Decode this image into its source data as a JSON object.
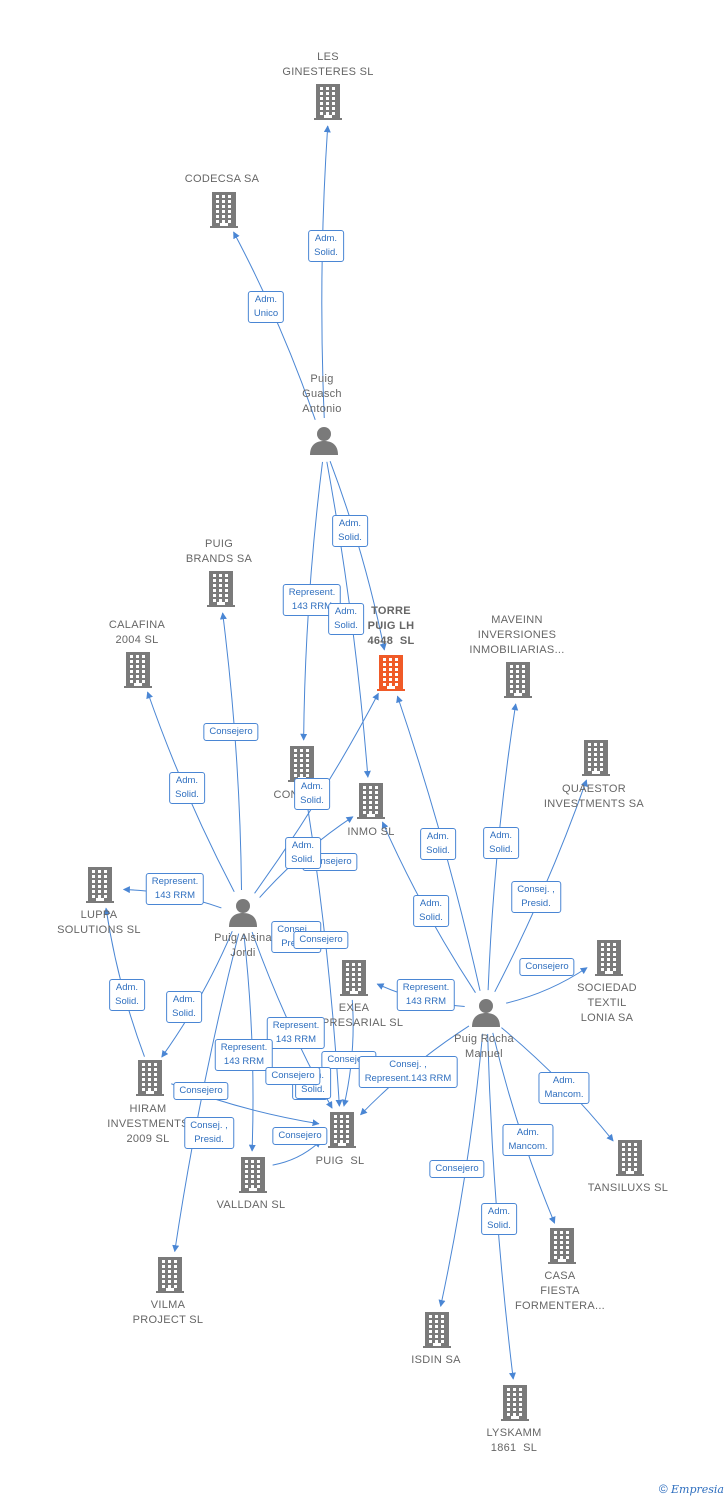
{
  "nodes": [
    {
      "id": "les_ginesteres",
      "label": "LES\nGINESTERES SL",
      "type": "company"
    },
    {
      "id": "codecsa",
      "label": "CODECSA SA",
      "type": "company"
    },
    {
      "id": "puig_guasch",
      "label": "Puig\nGuasch\nAntonio",
      "type": "person"
    },
    {
      "id": "puig_brands",
      "label": "PUIG\nBRANDS SA",
      "type": "company"
    },
    {
      "id": "calafina",
      "label": "CALAFINA\n2004 SL",
      "type": "company"
    },
    {
      "id": "torre_puig",
      "label": "TORRE\nPUIG LH\n4648  SL",
      "type": "company",
      "main": true
    },
    {
      "id": "maveinn",
      "label": "MAVEINN\nINVERSIONES\nINMOBILIARIAS...",
      "type": "company"
    },
    {
      "id": "quaestor",
      "label": "QUAESTOR\nINVESTMENTS SA",
      "type": "company"
    },
    {
      "id": "cons_sl",
      "label": "CONS...SL",
      "type": "company"
    },
    {
      "id": "inmo_sl",
      "label": "INMO SL",
      "type": "company"
    },
    {
      "id": "luppa",
      "label": "LUPPA\nSOLUTIONS SL",
      "type": "company"
    },
    {
      "id": "puig_alsina",
      "label": "Puig Alsina\nJordi",
      "type": "person"
    },
    {
      "id": "sociedad_textil",
      "label": "SOCIEDAD\nTEXTIL\nLONIA SA",
      "type": "company"
    },
    {
      "id": "exea",
      "label": "EXEA\nEMPRESARIAL SL",
      "type": "company"
    },
    {
      "id": "puig_rocha",
      "label": "Puig Rocha\nManuel",
      "type": "person"
    },
    {
      "id": "hiram",
      "label": "HIRAM\nINVESTMENTS\n2009 SL",
      "type": "company"
    },
    {
      "id": "puig_sl",
      "label": "PUIG  SL",
      "type": "company"
    },
    {
      "id": "tansiluxs",
      "label": "TANSILUXS SL",
      "type": "company"
    },
    {
      "id": "valldan",
      "label": "VALLDAN SL",
      "type": "company"
    },
    {
      "id": "casa_fiesta",
      "label": "CASA\nFIESTA\nFORMENTERA...",
      "type": "company"
    },
    {
      "id": "vilma",
      "label": "VILMA\nPROJECT SL",
      "type": "company"
    },
    {
      "id": "isdin",
      "label": "ISDIN SA",
      "type": "company"
    },
    {
      "id": "lyskamm",
      "label": "LYSKAMM\n1861  SL",
      "type": "company"
    }
  ],
  "edges": [
    {
      "from": "puig_guasch",
      "to": "les_ginesteres",
      "label": "Adm.\nSolid."
    },
    {
      "from": "puig_guasch",
      "to": "codecsa",
      "label": "Adm.\nUnico"
    },
    {
      "from": "puig_guasch",
      "to": "torre_puig",
      "label": "Adm.\nSolid."
    },
    {
      "from": "puig_guasch",
      "to": "cons_sl",
      "label": "Represent.\n143 RRM"
    },
    {
      "from": "puig_guasch",
      "to": "inmo_sl",
      "label": "Adm.\nSolid."
    },
    {
      "from": "puig_alsina",
      "to": "puig_brands",
      "label": "Consejero"
    },
    {
      "from": "puig_alsina",
      "to": "calafina",
      "label": "Adm.\nSolid."
    },
    {
      "from": "puig_alsina",
      "to": "torre_puig",
      "label": "Adm.\nSolid."
    },
    {
      "from": "puig_alsina",
      "to": "inmo_sl",
      "label": "Consejero"
    },
    {
      "from": "puig_alsina",
      "to": "luppa",
      "label": "Represent.\n143 RRM"
    },
    {
      "from": "puig_alsina",
      "to": "hiram",
      "label": "Adm.\nSolid."
    },
    {
      "from": "puig_alsina",
      "to": "puig_sl",
      "label": "Represent.\n143 RRM"
    },
    {
      "from": "puig_alsina",
      "to": "valldan",
      "label": "Represent.\n143 RRM"
    },
    {
      "from": "puig_alsina",
      "to": "vilma",
      "label": "Consejero"
    },
    {
      "from": "hiram",
      "to": "luppa",
      "label": "Adm.\nSolid."
    },
    {
      "from": "hiram",
      "to": "puig_sl",
      "label": "Consej. ,\nPresid."
    },
    {
      "from": "exea",
      "to": "puig_sl",
      "label": "Consejero"
    },
    {
      "from": "valldan",
      "to": "puig_sl",
      "label": "Consejero"
    },
    {
      "from": "cons_sl",
      "to": "puig_sl",
      "label": "Adm.\nSolid."
    },
    {
      "from": "puig_rocha",
      "to": "torre_puig",
      "label": "Adm.\nSolid."
    },
    {
      "from": "puig_rocha",
      "to": "maveinn",
      "label": "Adm.\nSolid."
    },
    {
      "from": "puig_rocha",
      "to": "quaestor",
      "label": "Consej. ,\nPresid."
    },
    {
      "from": "puig_rocha",
      "to": "inmo_sl",
      "label": "Adm.\nSolid."
    },
    {
      "from": "puig_rocha",
      "to": "sociedad_textil",
      "label": "Consejero"
    },
    {
      "from": "puig_rocha",
      "to": "exea",
      "label": "Represent.\n143 RRM"
    },
    {
      "from": "puig_rocha",
      "to": "puig_sl",
      "label": "Consej. ,\nRepresent.143 RRM"
    },
    {
      "from": "puig_rocha",
      "to": "tansiluxs",
      "label": "Adm.\nMancom."
    },
    {
      "from": "puig_rocha",
      "to": "casa_fiesta",
      "label": "Adm.\nMancom."
    },
    {
      "from": "puig_rocha",
      "to": "isdin",
      "label": "Consejero"
    },
    {
      "from": "puig_rocha",
      "to": "lyskamm",
      "label": "Adm.\nSolid."
    }
  ],
  "extra_labels": [
    {
      "label": "Adm.\nSolid."
    },
    {
      "label": "Adm.\nSolid."
    },
    {
      "label": "Consejero"
    },
    {
      "label": "Consej. ,\nPresid."
    },
    {
      "label": "Consejero"
    }
  ],
  "colors": {
    "edge": "#4a86d4",
    "company": "#7a7a7a",
    "main_company": "#f05a28",
    "person": "#7a7a7a"
  },
  "copyright": {
    "symbol": "©",
    "brand": "Empresia"
  }
}
